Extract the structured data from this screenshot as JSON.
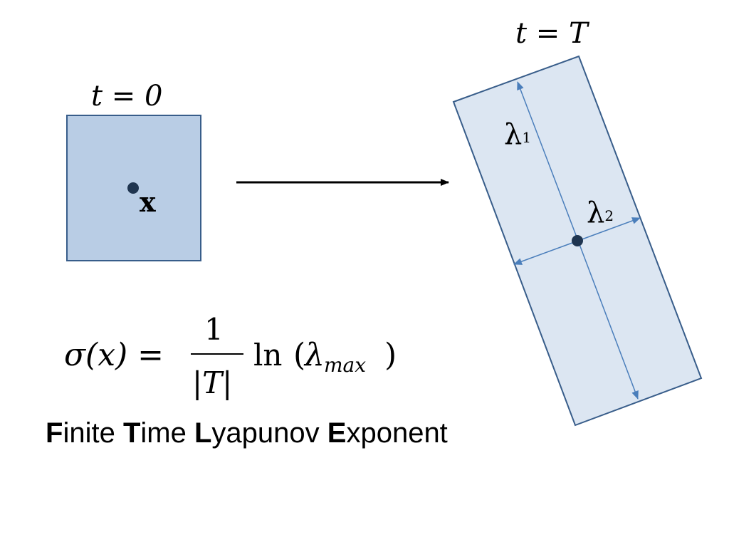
{
  "labels": {
    "t_start": "t = 0",
    "t_end": "t = T",
    "point": "x",
    "lambda1_symbol": "λ",
    "lambda1_sub": "1",
    "lambda2_symbol": "λ",
    "lambda2_sub": "2"
  },
  "formula": {
    "lhs": "σ(x) =",
    "numerator": "1",
    "denominator": "|T|",
    "ln": "ln",
    "lambda": "λ",
    "subscript": "max",
    "open_paren": "(",
    "close_paren": ")"
  },
  "caption": {
    "words": [
      {
        "initial": "F",
        "rest": "inite"
      },
      {
        "initial": "T",
        "rest": "ime"
      },
      {
        "initial": "L",
        "rest": "yapunov"
      },
      {
        "initial": "E",
        "rest": "xponent"
      }
    ]
  },
  "colors": {
    "initial_fill": "#b9cde5",
    "final_fill": "#dce6f2",
    "border": "#385d8a",
    "dot": "#1f3550",
    "axis_arrow": "#4a7ebb",
    "flow_arrow": "#000000"
  }
}
